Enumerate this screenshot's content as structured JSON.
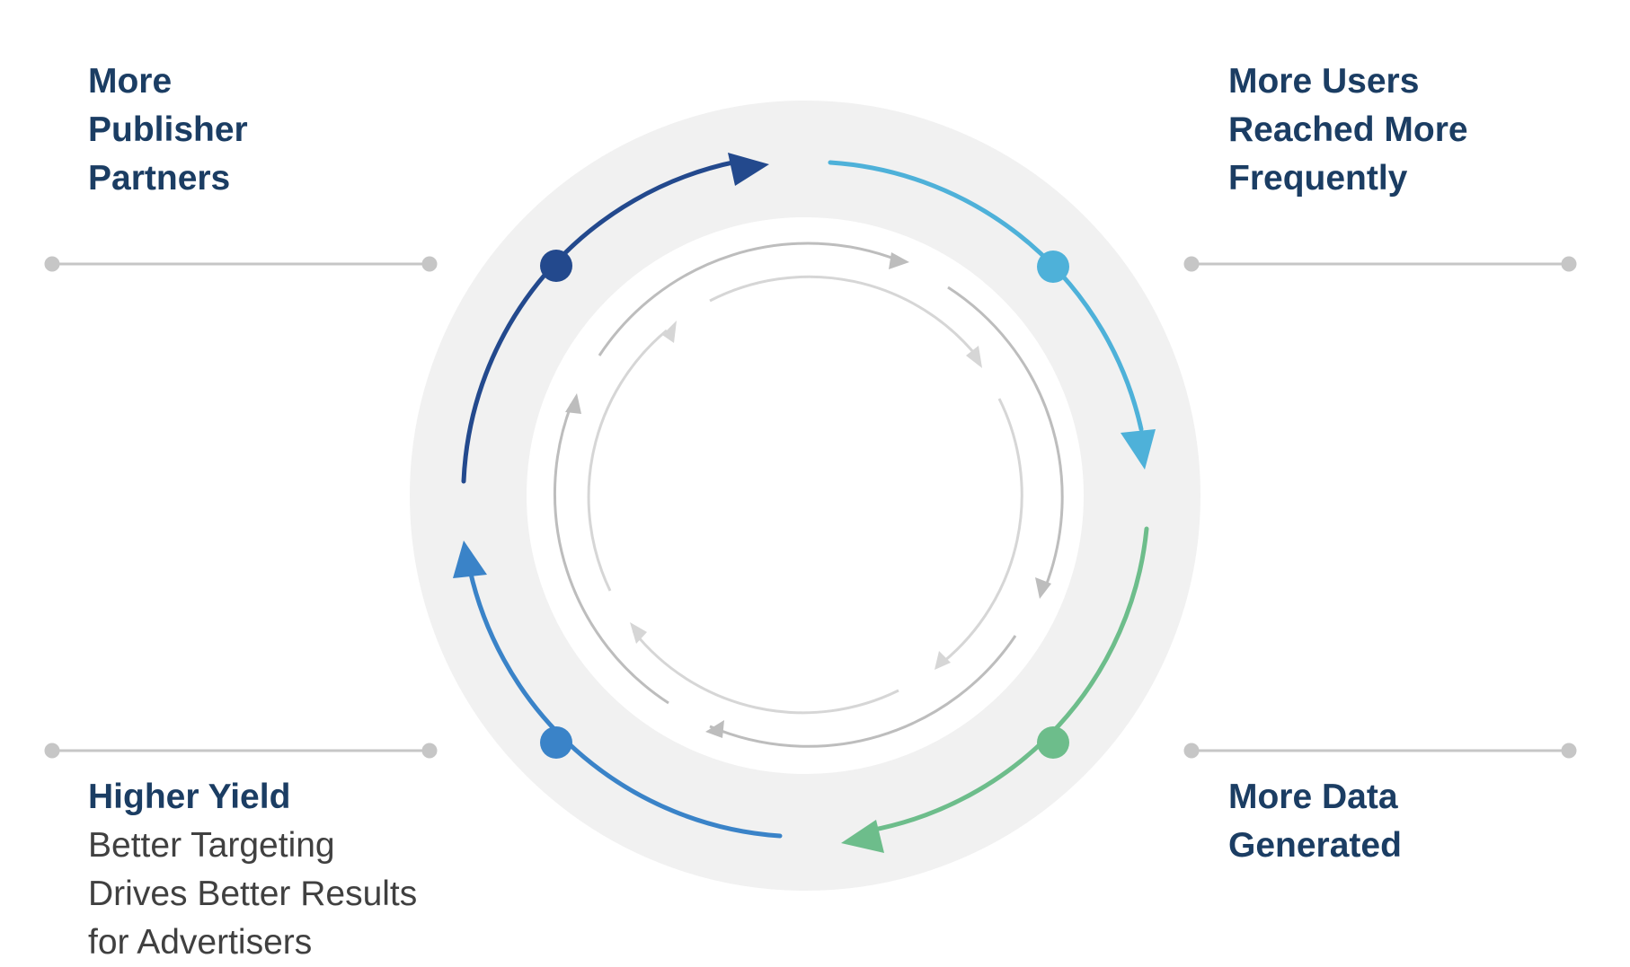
{
  "labels": {
    "top_left": [
      "More",
      "Publisher",
      "Partners"
    ],
    "top_right": [
      "More Users",
      "Reached More",
      "Frequently"
    ],
    "bottom_right": [
      "More Data",
      "Generated"
    ],
    "bottom_left_title": "Higher Yield",
    "bottom_left_sub": [
      "Better Targeting",
      "Drives Better Results",
      "for Advertisers"
    ]
  },
  "colors": {
    "label_text": "#1b3d63",
    "sub_text": "#404040",
    "arc_top_left": "#23498d",
    "arc_top_right": "#4eb1d9",
    "arc_bottom_right": "#6dbd8b",
    "arc_bottom_left": "#3a83c8",
    "ring": "#f1f1f1",
    "connector": "#c6c6c6"
  },
  "icons": [
    "cycle-arrow",
    "connector-dot"
  ]
}
